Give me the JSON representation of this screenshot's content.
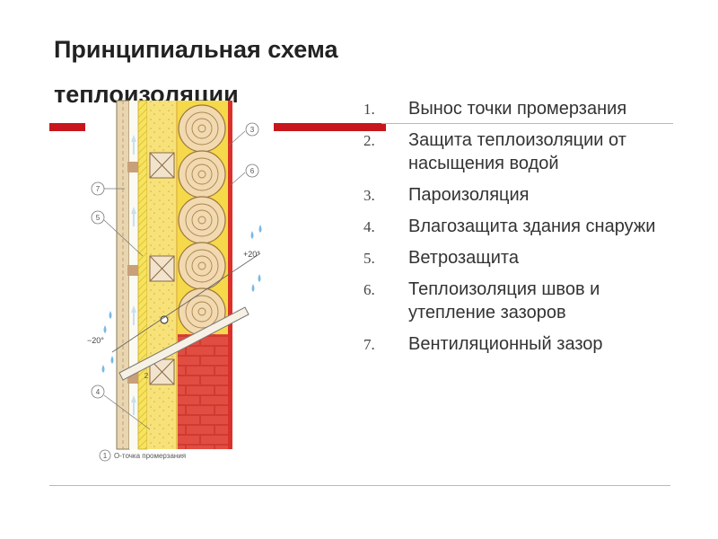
{
  "slide": {
    "title": "Принципиальная схема теплоизоляции",
    "accent_color": "#c8161d"
  },
  "list": {
    "items": [
      {
        "num": "1.",
        "text": "Вынос точки промерзания"
      },
      {
        "num": "2.",
        "text": "Защита теплоизоляции от насыщения водой"
      },
      {
        "num": "3.",
        "text": "Пароизоляция"
      },
      {
        "num": "4.",
        "text": "Влагозащита здания снаружи"
      },
      {
        "num": "5.",
        "text": "Ветрозащита"
      },
      {
        "num": "6.",
        "text": "Теплоизоляция швов и утепление зазоров"
      },
      {
        "num": "7.",
        "text": "Вентиляционный зазор"
      }
    ]
  },
  "diagram": {
    "callouts": [
      "1",
      "2",
      "3",
      "4",
      "5",
      "6",
      "7"
    ],
    "temp_inside": "+20°",
    "temp_outside": "−20°",
    "legend_text": "O-точка промерзания",
    "icons": [
      "water-drop-icon",
      "air-flow-arrow-icon",
      "freezing-point-icon"
    ]
  }
}
